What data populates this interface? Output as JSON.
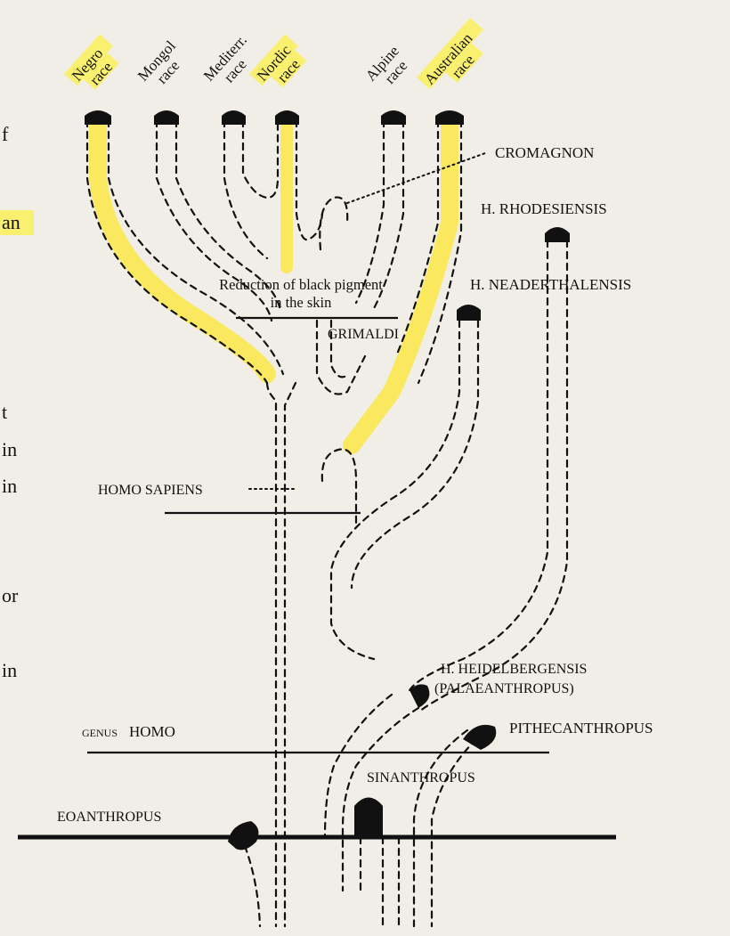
{
  "races": [
    {
      "line1": "Negro",
      "line2": "race"
    },
    {
      "line1": "Mongol",
      "line2": "race"
    },
    {
      "line1": "Mediterr.",
      "line2": "race"
    },
    {
      "line1": "Nordic",
      "line2": "race"
    },
    {
      "line1": "Alpine",
      "line2": "race"
    },
    {
      "line1": "Australian",
      "line2": "race"
    }
  ],
  "labels": {
    "cromagnon": "CROMAGNON",
    "rhodesiensis": "H. RHODESIENSIS",
    "neaderthalensis": "H. NEADERTHALENSIS",
    "reduction_line1": "Reduction of black pigment",
    "reduction_line2": "in the skin",
    "grimaldi": "GRIMALDI",
    "homo_sapiens": "HOMO SAPIENS",
    "heidelbergensis_line1": "H. HEIDELBERGENSIS",
    "heidelbergensis_line2": "(PALAEANTHROPUS)",
    "genus_homo_small": "GENUS",
    "genus_homo": "HOMO",
    "pithecanthropus": "PITHECANTHROPUS",
    "sinanthropus": "SINANTHROPUS",
    "eoanthropus": "EOANTHROPUS"
  },
  "margin_fragments": [
    "f",
    "an",
    "t",
    "in",
    "in",
    "or",
    "in"
  ],
  "colors": {
    "highlight": "#fbe850",
    "ink": "#111111",
    "paper": "#f1eee7"
  }
}
